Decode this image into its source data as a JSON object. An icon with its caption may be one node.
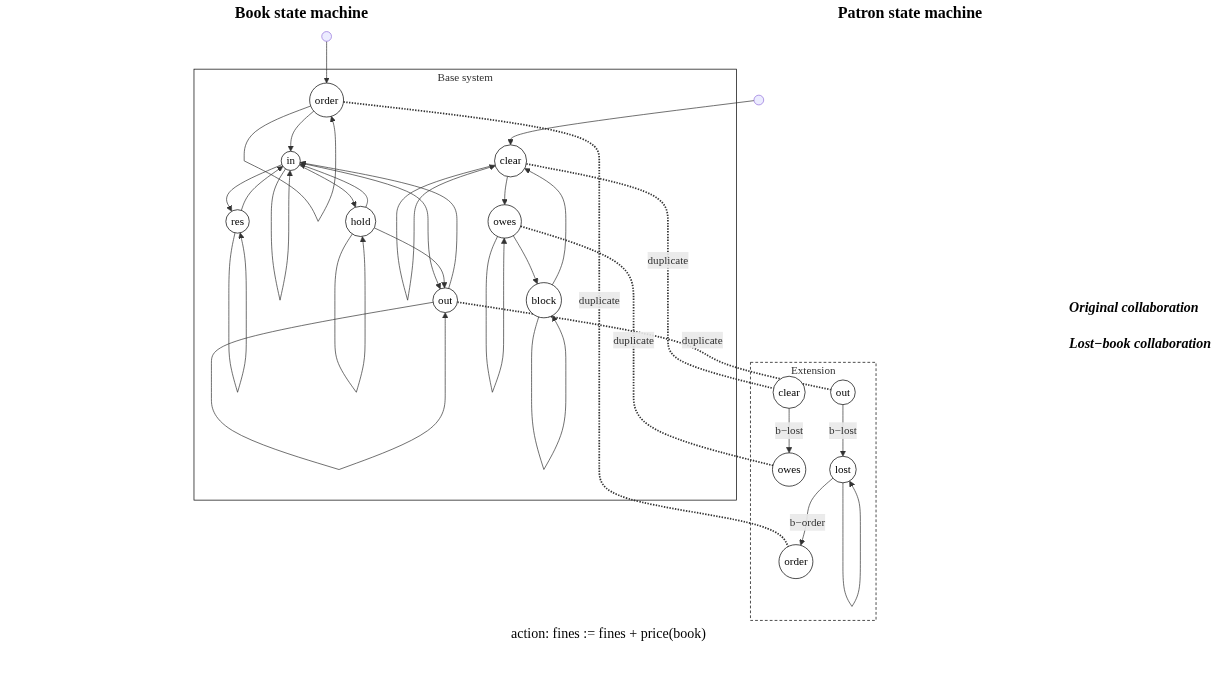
{
  "diagram": {
    "nodes": [
      {
        "text": [
          "Base system"
        ]
      },
      {
        "text": [
          "order"
        ],
        "in": 0
      },
      {
        "text": [
          "in"
        ],
        "in": 0
      },
      {
        "text": [
          "out"
        ],
        "in": 0
      },
      {
        "text": [
          "res"
        ],
        "in": 0
      },
      {
        "text": [
          "hold"
        ],
        "in": 0
      },
      {
        "text": [
          "clear"
        ],
        "in": 0
      },
      {
        "text": [
          "block"
        ],
        "in": 0
      },
      {
        "text": [
          "owes"
        ],
        "in": 0
      },
      {
        "text": [
          "Extension"
        ]
      },
      {
        "text": [
          "order"
        ],
        "in": 9
      },
      {
        "text": [
          "out"
        ],
        "in": 9
      },
      {
        "text": [
          "lost"
        ],
        "in": 9
      },
      {
        "text": [
          "clear"
        ],
        "in": 9
      },
      {
        "text": [
          "owes"
        ],
        "in": 9
      }
    ],
    "edges": [
      {
        "from": null,
        "to": 1,
        "arrow": "to"
      },
      {
        "from": 1,
        "to": 1,
        "arrow": "to"
      },
      {
        "from": 1,
        "to": 2,
        "arrow": "to"
      },
      {
        "from": 2,
        "to": 2,
        "arrow": "to"
      },
      {
        "from": 2,
        "to": 3,
        "arrow": "to"
      },
      {
        "from": 3,
        "to": 2,
        "arrow": "to"
      },
      {
        "from": 3,
        "to": 3,
        "arrow": "to"
      },
      {
        "from": 2,
        "to": 4,
        "arrow": "to"
      },
      {
        "from": 4,
        "to": 2,
        "arrow": "to"
      },
      {
        "from": 4,
        "to": 4,
        "arrow": "to"
      },
      {
        "from": 2,
        "to": 5,
        "arrow": "to"
      },
      {
        "from": 5,
        "to": 2,
        "arrow": "to"
      },
      {
        "from": 5,
        "to": 3,
        "arrow": "to"
      },
      {
        "from": 5,
        "to": 5,
        "arrow": "to"
      },
      {
        "from": null,
        "to": 6,
        "arrow": "to"
      },
      {
        "from": 6,
        "to": 6,
        "arrow": "to"
      },
      {
        "from": 7,
        "to": 6,
        "arrow": "to"
      },
      {
        "from": 6,
        "to": 8,
        "arrow": "to"
      },
      {
        "from": 8,
        "to": 7,
        "arrow": "to"
      },
      {
        "from": 7,
        "to": 7,
        "arrow": "to"
      },
      {
        "from": 8,
        "to": 8,
        "arrow": "to"
      },
      {
        "from": 1,
        "to": 10,
        "arrow": "none",
        "label": "duplicate",
        "style": "dashed"
      },
      {
        "from": 3,
        "to": 11,
        "arrow": "none",
        "label": "duplicate",
        "style": "dashed"
      },
      {
        "from": 6,
        "to": 13,
        "arrow": "none",
        "label": "duplicate",
        "style": "dashed"
      },
      {
        "from": 8,
        "to": 14,
        "arrow": "none",
        "label": "duplicate",
        "style": "dashed"
      },
      {
        "from": 11,
        "to": 12,
        "arrow": "to",
        "label": "b−lost"
      },
      {
        "from": 12,
        "to": 10,
        "arrow": "to",
        "label": "b−order"
      },
      {
        "from": 12,
        "to": 12,
        "arrow": "to"
      },
      {
        "from": 13,
        "to": 14,
        "arrow": "to",
        "label": "b−lost"
      }
    ],
    "labels": [
      "Book state machine",
      "Patron state machine",
      "Original collaboration",
      "Lost−book collaboration",
      "action: fines := fines + price(book)"
    ]
  }
}
